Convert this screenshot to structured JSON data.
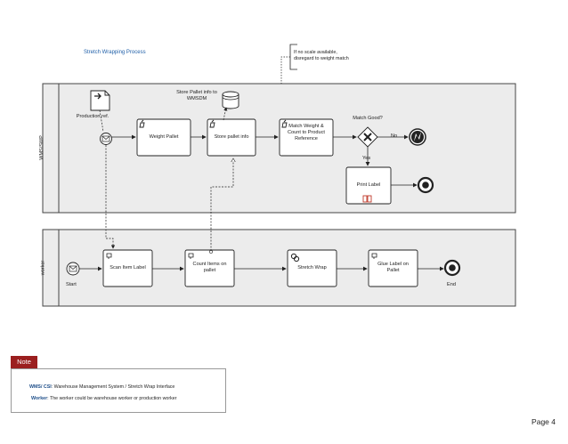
{
  "diagram": {
    "title": "Stretch Wrapping Process",
    "annotation": "If no scale available, disregard to weight match",
    "lanes": [
      {
        "id": "wms",
        "label": "WMS/SWP"
      },
      {
        "id": "worker",
        "label": "worker"
      }
    ],
    "nodes": {
      "production_ref": "Production ref.",
      "weight_pallet": "Weight Pallet",
      "store_pallet_info": "Store pallet info",
      "store_pallet_info_db": "Store Pallet info to WMSDM",
      "match_weight": "Match Weight & Count to Product Reference",
      "match_good": "Match Good?",
      "no": "No",
      "yes": "Yes",
      "print_label": "Print Label",
      "start": "Start",
      "scan_item_label": "Scan Item Label",
      "count_items": "Count Items on pallet",
      "stretch_wrap": "Stretch Wrap",
      "glue_label": "Glue Label on Pallet",
      "end": "End"
    },
    "icons": [
      "document-icon",
      "database-icon",
      "message-start-event-icon",
      "user-task-icon",
      "service-task-icon",
      "exclusive-gateway-icon",
      "error-end-event-icon",
      "end-event-icon",
      "print-icon"
    ]
  },
  "note": {
    "tab": "Note",
    "line1_key": "WMS/ CSI",
    "line1_text": ": Warehouse Management System / Stretch Wrap Interface",
    "line2_key": "Worker",
    "line2_text": ": The worker could be warehouse worker or production worker"
  },
  "page": "Page 4",
  "colors": {
    "title": "#1f5fa8",
    "note_tab": "#9b1f1f",
    "pool_fill": "#ececec",
    "print_icon": "#c0392b"
  }
}
